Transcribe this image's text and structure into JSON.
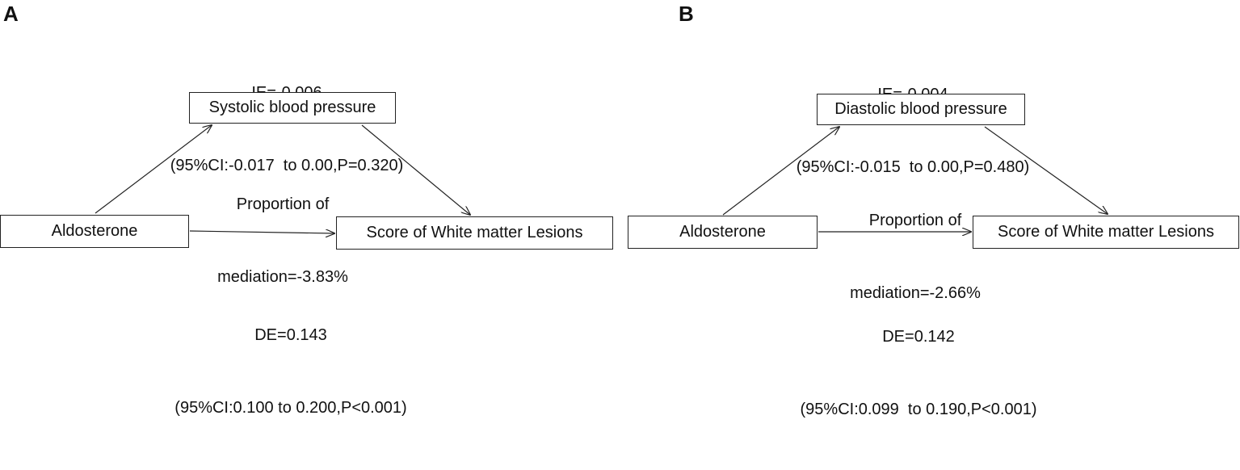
{
  "panels": [
    {
      "letter": "A",
      "ie_line1": "IE=-0.006",
      "ie_line2": "(95%CI:-0.017  to 0.00,P=0.320)",
      "mediator": "Systolic  blood pressure",
      "proportion_line1": "Proportion of",
      "proportion_line2": "mediation=-3.83%",
      "exposure": "Aldosterone",
      "outcome": "Score of White matter Lesions",
      "de_line1": "DE=0.143",
      "de_line2": "(95%CI:0.100 to 0.200,P<0.001)"
    },
    {
      "letter": "B",
      "ie_line1": "IE=-0.004",
      "ie_line2": "(95%CI:-0.015  to 0.00,P=0.480)",
      "mediator": "Diastolic blood pressure",
      "proportion_line1": "Proportion of",
      "proportion_line2": "mediation=-2.66%",
      "exposure": "Aldosterone",
      "outcome": "Score of White matter Lesions",
      "de_line1": "DE=0.142",
      "de_line2": "(95%CI:0.099  to 0.190,P<0.001)"
    }
  ]
}
